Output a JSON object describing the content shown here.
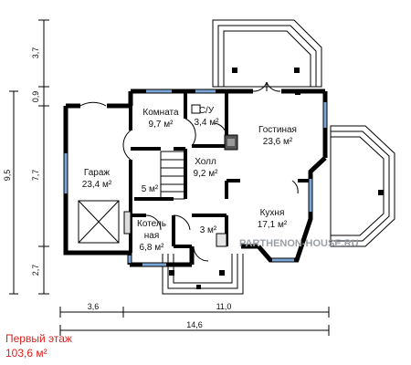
{
  "floor": {
    "title": "Первый этаж",
    "area": "103,6 м²"
  },
  "rooms": [
    {
      "id": "garage",
      "name": "Гараж",
      "area": "23,4 м²"
    },
    {
      "id": "bedroom",
      "name": "Комната",
      "area": "9,7 м²"
    },
    {
      "id": "wc",
      "name": "С/У",
      "area": "3,4 м²"
    },
    {
      "id": "living",
      "name": "Гостиная",
      "area": "23,6 м²"
    },
    {
      "id": "hall",
      "name": "Холл",
      "area": "9,2 м²"
    },
    {
      "id": "storage",
      "name": "",
      "area": "5 м²"
    },
    {
      "id": "kitchen",
      "name": "Кухня",
      "area": "17,1 м²"
    },
    {
      "id": "boiler",
      "name": "Котель\nная",
      "area": "6,8 м²"
    },
    {
      "id": "vestibule",
      "name": "",
      "area": "3 м²"
    }
  ],
  "dimensions": {
    "left": [
      "3,7",
      "0,9",
      "7,7",
      "2,7"
    ],
    "left_total": "9,5",
    "bottom_parts": [
      "3,6",
      "11,0"
    ],
    "bottom_total": "14,6"
  },
  "watermark": "PARTHENON-HOUSE.RU",
  "colors": {
    "wall": "#000000",
    "window": "#7aa6d8",
    "caption": "#e0201b"
  }
}
